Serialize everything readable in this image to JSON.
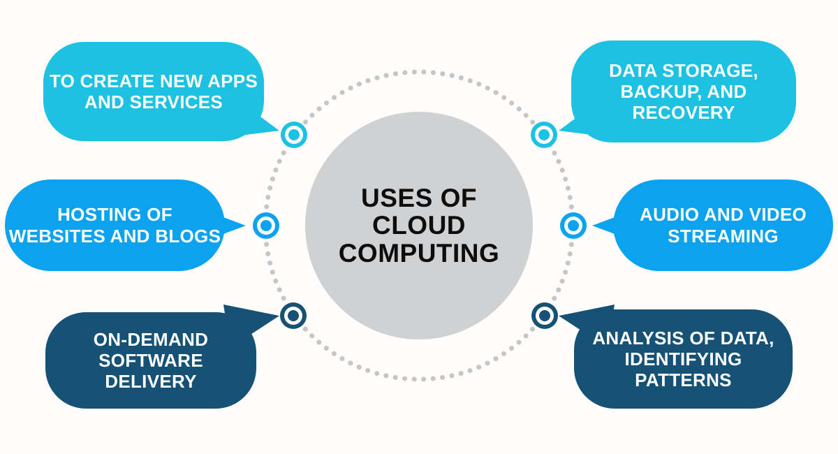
{
  "center": {
    "label": "USES OF\nCLOUD\nCOMPUTING",
    "bg": "#d0d1d2"
  },
  "ring": {
    "dot_color": "#c6c6c7"
  },
  "colors": {
    "cyan": "#1dc2e2",
    "blue": "#0ba3ef",
    "navy": "#165176"
  },
  "bubbles": [
    {
      "id": "create-apps",
      "label": "TO CREATE NEW APPS\nAND SERVICES",
      "color": "#1dc2e2"
    },
    {
      "id": "data-storage",
      "label": "DATA STORAGE,\nBACKUP, AND\nRECOVERY",
      "color": "#1dc2e2"
    },
    {
      "id": "hosting",
      "label": "HOSTING OF\nWEBSITES AND BLOGS",
      "color": "#0ba3ef"
    },
    {
      "id": "streaming",
      "label": "AUDIO AND VIDEO\nSTREAMING",
      "color": "#0ba3ef"
    },
    {
      "id": "on-demand",
      "label": "ON-DEMAND\nSOFTWARE\nDELIVERY",
      "color": "#165176"
    },
    {
      "id": "data-analysis",
      "label": "ANALYSIS OF DATA,\nIDENTIFYING\nPATTERNS",
      "color": "#165176"
    }
  ]
}
